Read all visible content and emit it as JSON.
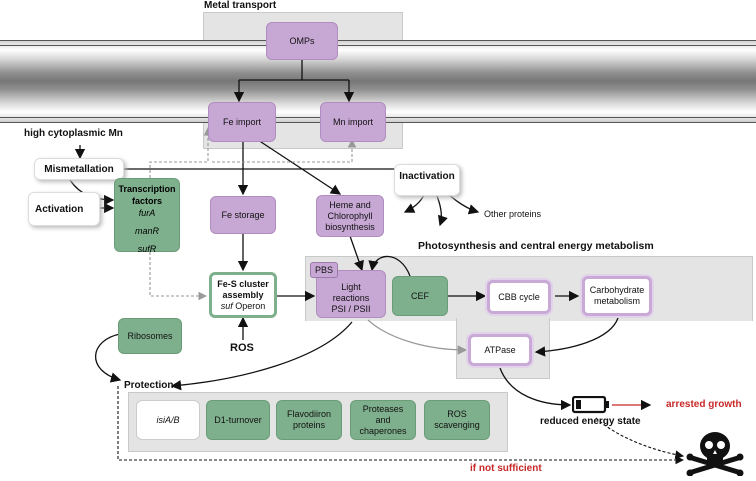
{
  "title": "Metal transport",
  "nodes": {
    "omps": "OMPs",
    "fe_import": "Fe import",
    "mn_import": "Mn import",
    "high_mn": "high cytoplasmic Mn",
    "mismetallation": "Mismetallation",
    "activation": "Activation",
    "tf_title_1": "Transcription",
    "tf_title_2": "factors",
    "tf_furA": "furA",
    "tf_manR": "manR",
    "tf_sufR": "sufR",
    "inactivation": "Inactivation",
    "other_proteins": "Other proteins",
    "fe_storage": "Fe storage",
    "heme_1": "Heme and",
    "heme_2": "Chlorophyll",
    "heme_3": "biosynthesis",
    "photo_title": "Photosynthesis and central energy metabolism",
    "pbs": "PBS",
    "light_1": "Light",
    "light_2": "reactions",
    "light_3": "PSI / PSII",
    "cef": "CEF",
    "cbb": "CBB cycle",
    "carb_1": "Carbohydrate",
    "carb_2": "metabolism",
    "fes_1": "Fe-S cluster",
    "fes_2": "assembly",
    "fes_3a": "suf",
    "fes_3b": " Operon",
    "ros": "ROS",
    "ribosomes": "Ribosomes",
    "atpase": "ATPase",
    "protection": "Protection",
    "isia": "isiA/B",
    "d1": "D1-turnover",
    "flavo_1": "Flavodiiron",
    "flavo_2": "proteins",
    "prot_1": "Proteases",
    "prot_2": "and",
    "prot_3": "chaperones",
    "ros_scav_1": "ROS",
    "ros_scav_2": "scavenging",
    "reduced_energy": "reduced energy state",
    "arrested": "arrested growth",
    "not_sufficient": "if not sufficient"
  },
  "colors": {
    "purple": "#c7a7d4",
    "green": "#7fb08d",
    "red": "#c82828",
    "panel": "#e4e4e4"
  },
  "icons": [
    "battery-low-icon",
    "skull-crossbones-icon"
  ]
}
